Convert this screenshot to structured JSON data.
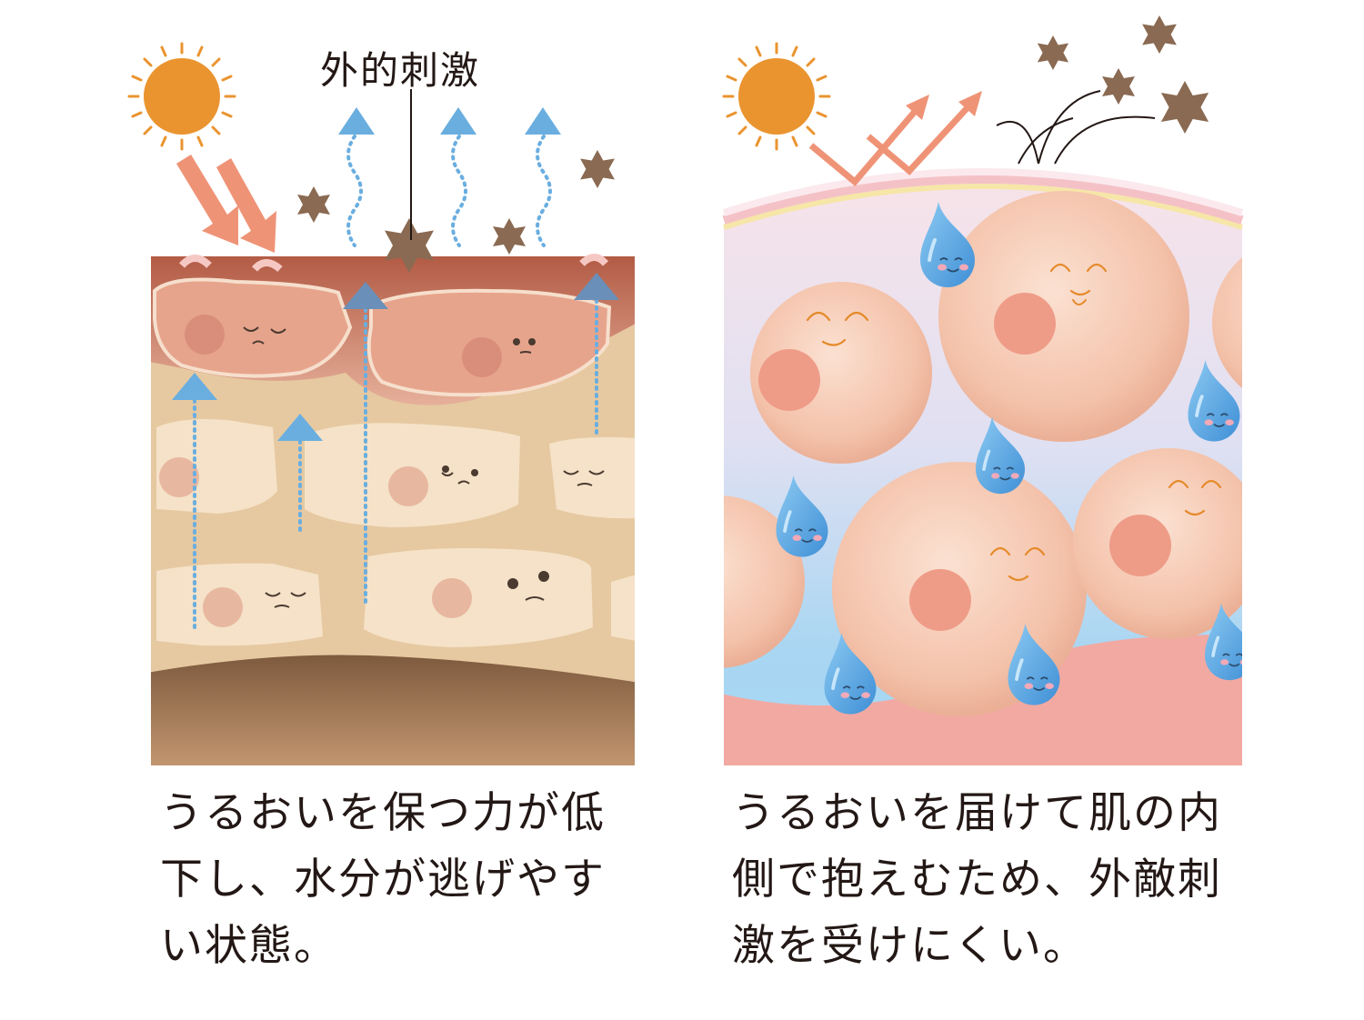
{
  "left_panel": {
    "stimulus_label": "外的刺激",
    "caption_lines": [
      "うるおいを保つ力が低",
      "下し、水分が逃げやす",
      "い状態。"
    ]
  },
  "right_panel": {
    "caption_lines": [
      "うるおいを届けて肌の内",
      "側で抱えむため、外敵刺",
      "激を受けにくい。"
    ]
  },
  "colors": {
    "sun": "#ea9430",
    "uv_arrow": "#ef9377",
    "stimulus_star": "#8a6a52",
    "water_arrow": "#6aaee0",
    "dry_cell": "#f5e2c8",
    "damaged_cell": "#e7a48c",
    "healthy_cell": "#f6c7ad",
    "water_drop": "#5fa8e0",
    "dermis": "#f2a9a2"
  }
}
